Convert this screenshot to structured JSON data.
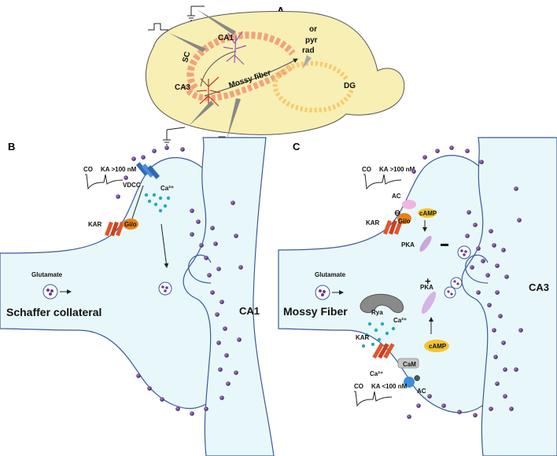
{
  "panels": {
    "a": {
      "letter": "A",
      "labels": {
        "ca1": "CA1",
        "ca3": "CA3",
        "sc": "SC",
        "dg": "DG",
        "or": "or",
        "pyr": "pyr",
        "rad": "rad",
        "mossy": "Mossy fiber"
      }
    },
    "b": {
      "letter": "B",
      "co": "CO",
      "ka": "KA >100 nM",
      "vdcc": "VDCC",
      "ca": "Ca²⁺",
      "kar": "KAR",
      "gio": "Gi/o",
      "glutamate": "Glutamate",
      "pathway": "Schaffer collateral",
      "target": "CA1"
    },
    "c": {
      "letter": "C",
      "co_top": "CO",
      "ka_top": "KA >100 nM",
      "ac_top": "AC",
      "camp_top": "cAMP",
      "kar_top": "KAR",
      "gio": "Gi/o",
      "pka_top": "PKA",
      "glutamate": "Glutamate",
      "pathway": "Mossy Fiber",
      "target": "CA3",
      "rya": "Rya",
      "ca_mid": "Ca²⁺",
      "pka_mid": "PKA",
      "kar_bot": "KAR",
      "ca_bot": "Ca²⁺",
      "cam": "CaM",
      "camp_bot": "cAMP",
      "ac_bot": "AC",
      "co_bot": "CO",
      "ka_bot": "KA <100 nM",
      "plus": "+",
      "minus": "−",
      "ominus": "⊖",
      "oplus": "⊕"
    }
  }
}
